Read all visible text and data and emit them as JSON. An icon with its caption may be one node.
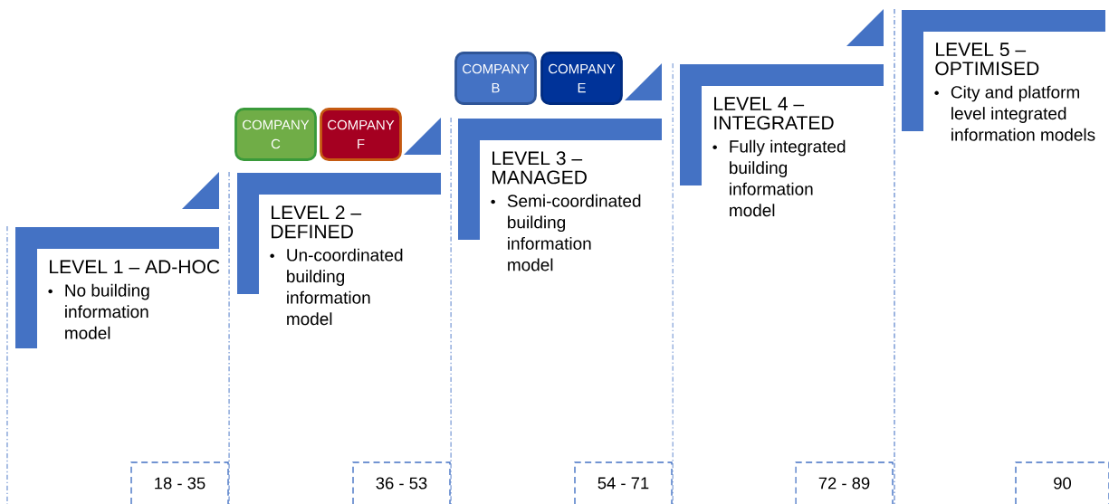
{
  "diagram": {
    "nodes": [
      {
        "text": [
          "LEVEL 1 – AD-HOC",
          "No building information model"
        ]
      },
      {
        "text": [
          "LEVEL 2 – DEFINED",
          "Un-coordinated building information model"
        ]
      },
      {
        "text": [
          "LEVEL 3 – MANAGED",
          "Semi-coordinated building information model"
        ]
      },
      {
        "text": [
          "LEVEL 4 – INTEGRATED",
          "Fully integrated building information model"
        ]
      },
      {
        "text": [
          "LEVEL 5 – OPTIMISED",
          "City and platform level integrated information models"
        ]
      },
      {
        "text": [
          "COMPANY C"
        ]
      },
      {
        "text": [
          "COMPANY F"
        ]
      },
      {
        "text": [
          "COMPANY B"
        ]
      },
      {
        "text": [
          "COMPANY E"
        ]
      },
      {
        "text": [
          "18 - 35"
        ]
      },
      {
        "text": [
          "36 - 53"
        ]
      },
      {
        "text": [
          "54 - 71"
        ]
      },
      {
        "text": [
          "72 - 89"
        ]
      },
      {
        "text": [
          "90"
        ]
      }
    ],
    "edges": []
  }
}
